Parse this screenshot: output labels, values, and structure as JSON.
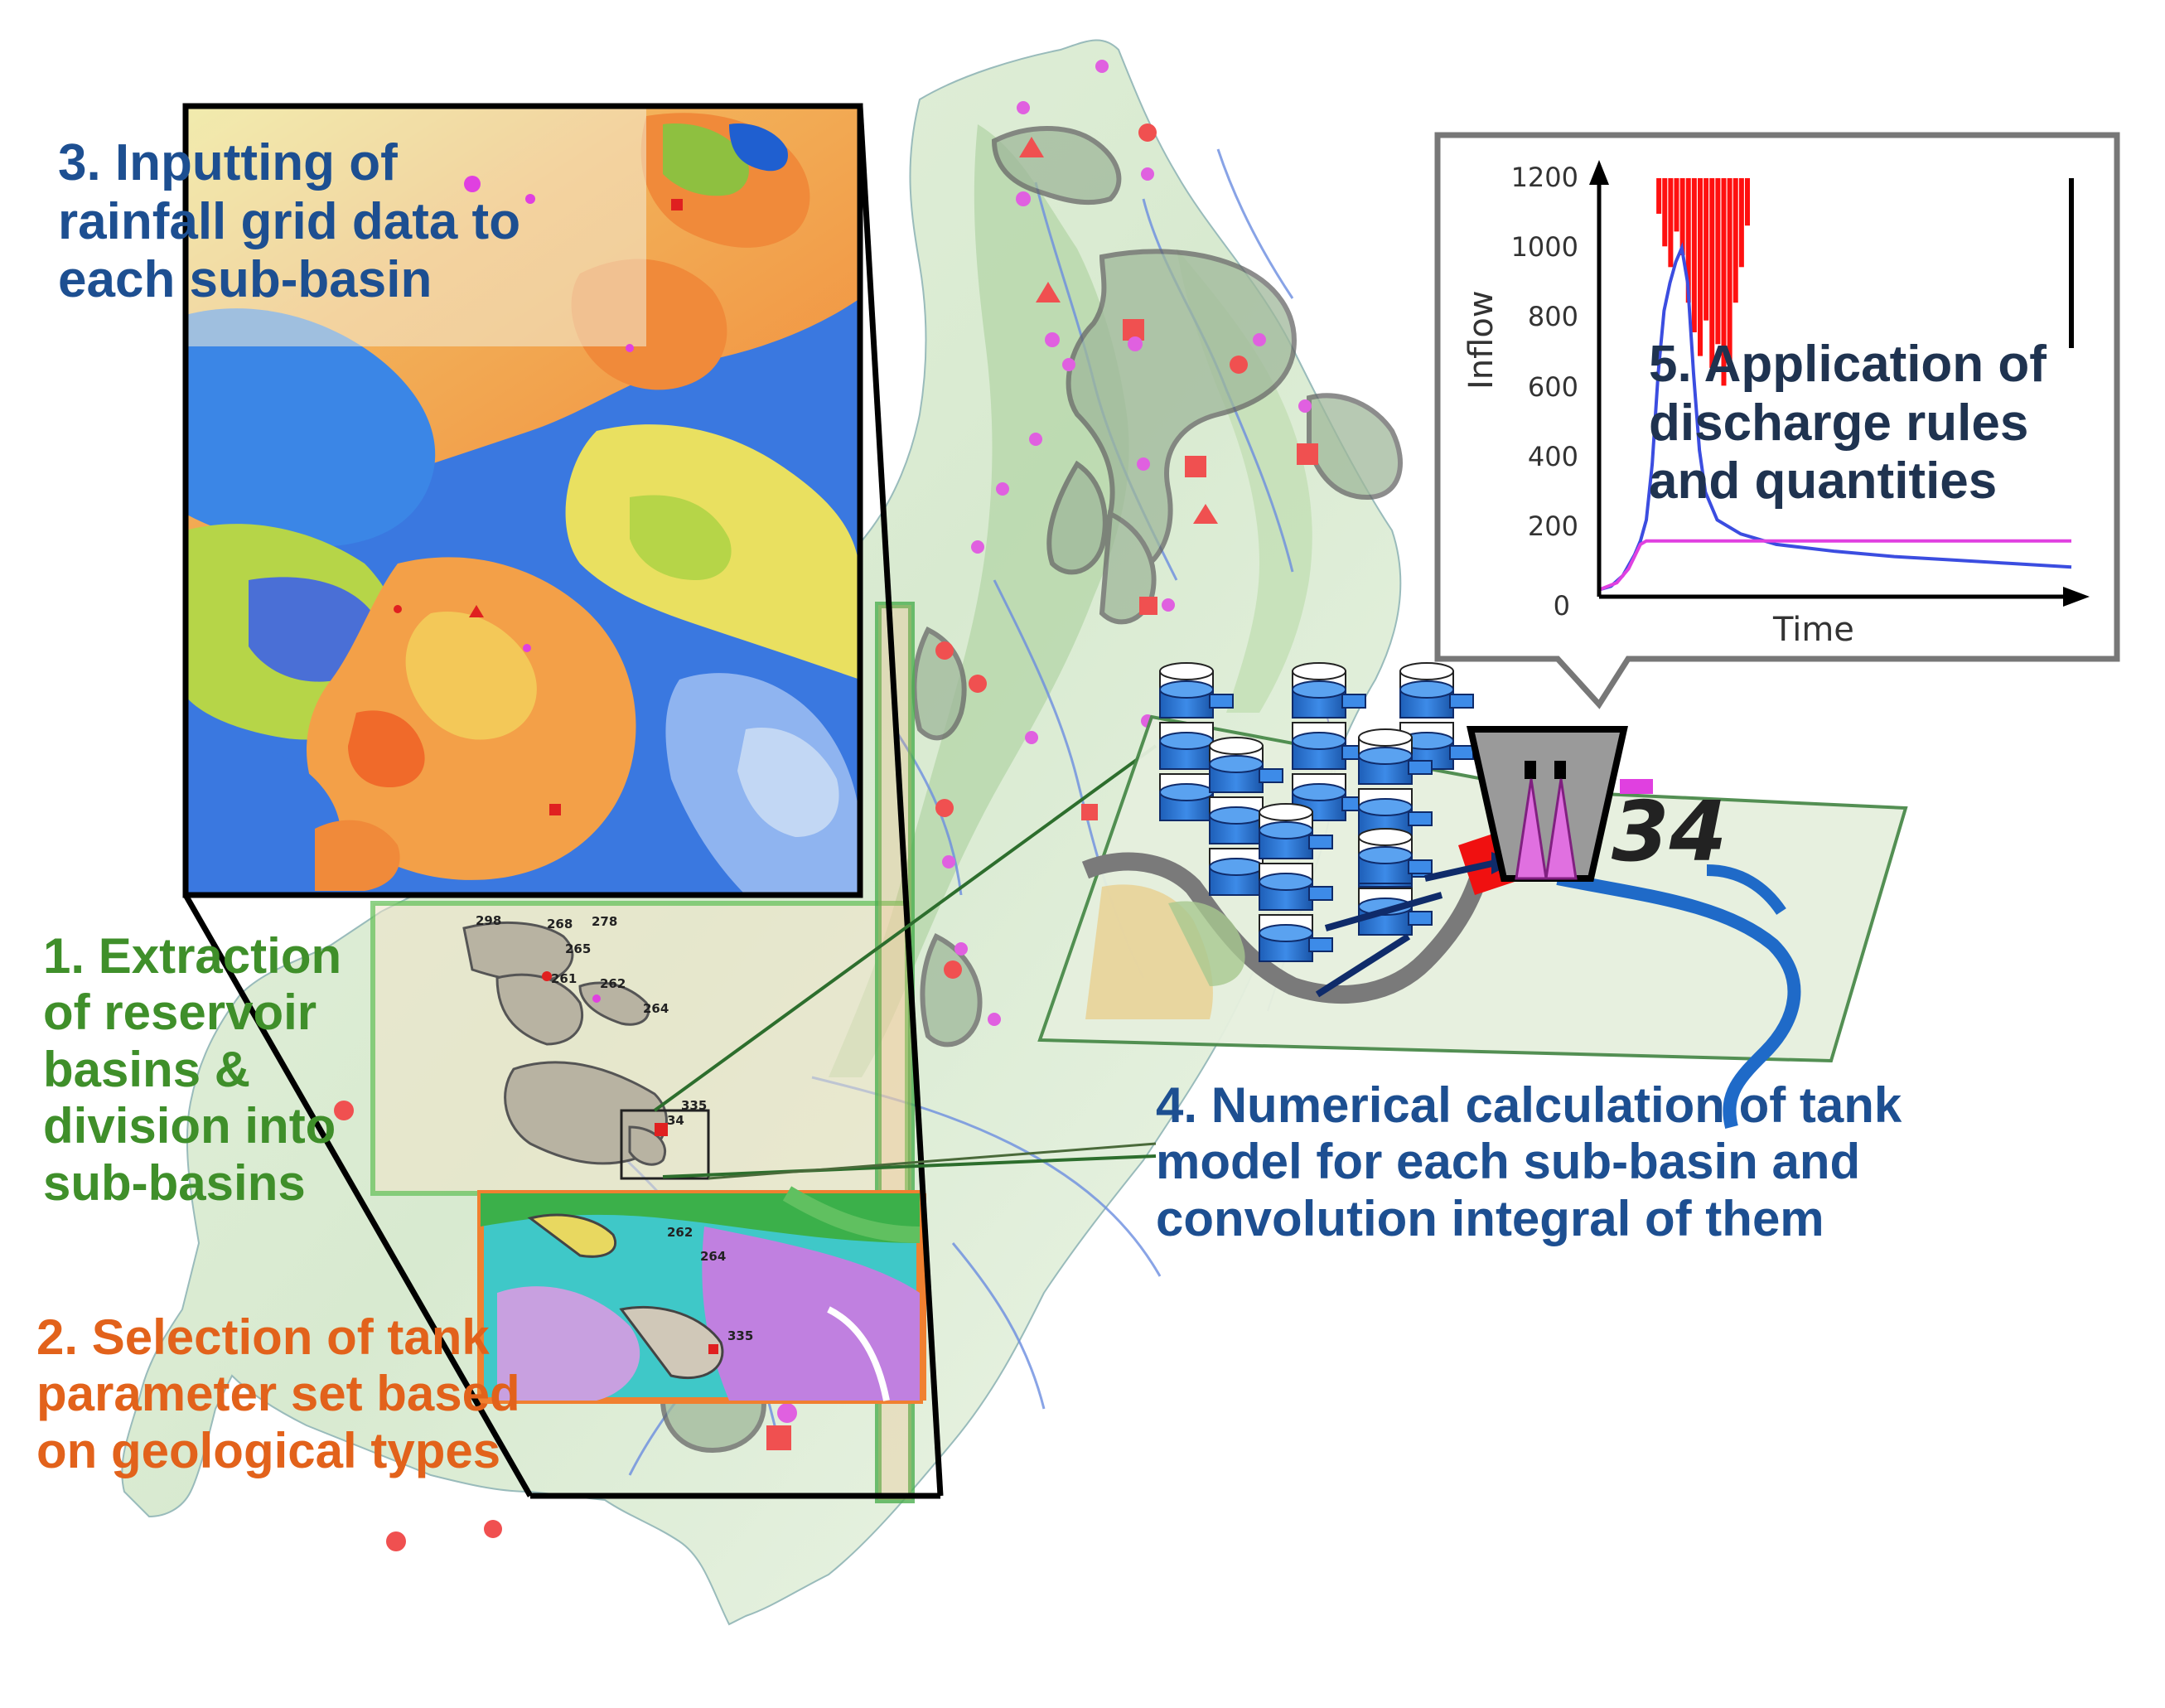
{
  "steps": {
    "step1": [
      "1. Extraction",
      "of reservoir",
      "basins &",
      "division into",
      "sub-basins"
    ],
    "step2": [
      "2. Selection of tank",
      "parameter set based",
      "on geological types"
    ],
    "step3": [
      "3. Inputting of",
      "rainfall grid data to",
      "each sub-basin"
    ],
    "step4": [
      "4. Numerical calculation of tank",
      "model for each sub-basin and",
      "convolution integral of them"
    ],
    "step5": [
      "5. Application of",
      "discharge rules",
      "and quantities"
    ]
  },
  "chart": {
    "ylabel": "Inflow",
    "xlabel": "Time",
    "yticks": [
      "1200",
      "1000",
      "800",
      "600",
      "400",
      "200",
      "0"
    ],
    "ytick_values": [
      1200,
      1000,
      800,
      600,
      400,
      200,
      0
    ]
  },
  "basin_label": "34",
  "map_labels": [
    "298",
    "268",
    "278",
    "265",
    "261",
    "262",
    "264",
    "335",
    "34",
    "262",
    "264",
    "335"
  ],
  "colors": {
    "step1": "#3f8f2a",
    "step2": "#e2621b",
    "step3": "#1d4f91",
    "step4": "#1d4f91",
    "step5": "#1f3350",
    "inflow_line": "#3b4de0",
    "discharge_line": "#e040e0",
    "rainfall_bars": "#ff1010"
  },
  "chart_data": {
    "type": "line",
    "xlabel": "Time",
    "ylabel": "Inflow",
    "ylim": [
      0,
      1200
    ],
    "yticks": [
      0,
      200,
      400,
      600,
      800,
      1000,
      1200
    ],
    "series": [
      {
        "values": [
          [
            0,
            20
          ],
          [
            2,
            30
          ],
          [
            4,
            60
          ],
          [
            6,
            120
          ],
          [
            7,
            160
          ],
          [
            8,
            220
          ],
          [
            9,
            380
          ],
          [
            10,
            640
          ],
          [
            11,
            820
          ],
          [
            12,
            900
          ],
          [
            13,
            960
          ],
          [
            14,
            1000
          ],
          [
            15,
            900
          ],
          [
            16,
            640
          ],
          [
            17,
            420
          ],
          [
            18,
            300
          ],
          [
            20,
            220
          ],
          [
            24,
            180
          ],
          [
            30,
            150
          ],
          [
            40,
            130
          ],
          [
            50,
            115
          ],
          [
            60,
            105
          ],
          [
            70,
            95
          ],
          [
            80,
            85
          ]
        ]
      },
      {
        "values": [
          [
            0,
            20
          ],
          [
            3,
            40
          ],
          [
            5,
            80
          ],
          [
            7,
            150
          ],
          [
            8,
            160
          ],
          [
            20,
            160
          ],
          [
            40,
            160
          ],
          [
            60,
            160
          ],
          [
            80,
            160
          ]
        ]
      }
    ],
    "rainfall_bars": [
      [
        1,
        120
      ],
      [
        2,
        230
      ],
      [
        3,
        300
      ],
      [
        4,
        180
      ],
      [
        5,
        260
      ],
      [
        6,
        420
      ],
      [
        7,
        520
      ],
      [
        8,
        600
      ],
      [
        9,
        480
      ],
      [
        10,
        640
      ],
      [
        11,
        560
      ],
      [
        12,
        700
      ],
      [
        13,
        620
      ],
      [
        14,
        420
      ],
      [
        15,
        300
      ],
      [
        16,
        160
      ]
    ]
  }
}
